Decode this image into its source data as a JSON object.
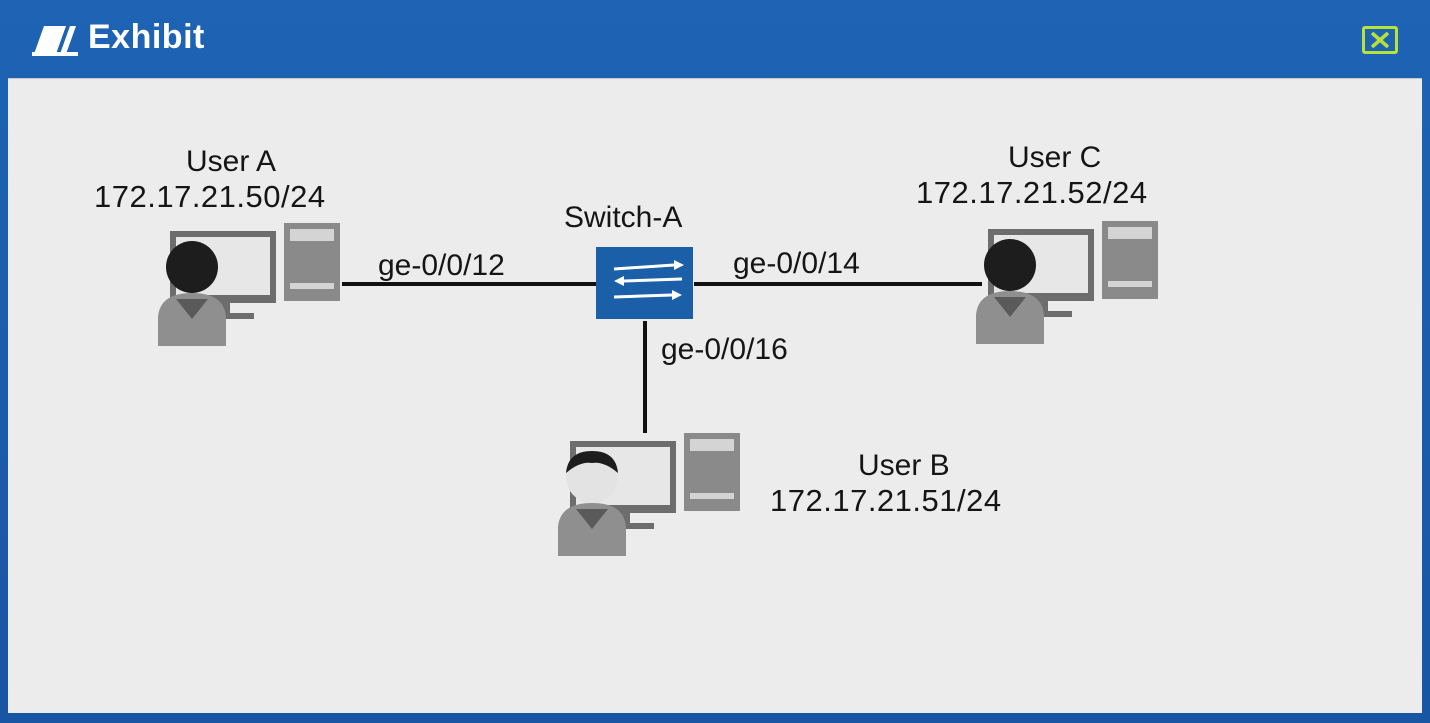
{
  "window": {
    "title": "Exhibit",
    "accent_color": "#1c5fae",
    "close_icon_color": "#b6e23a"
  },
  "diagram": {
    "switch": {
      "name": "Switch-A",
      "icon": "switch-icon",
      "color": "#1a5fa8"
    },
    "users": [
      {
        "name": "User A",
        "ip": "172.17.21.50/24",
        "port": "ge-0/0/12",
        "icon": "workstation-icon"
      },
      {
        "name": "User C",
        "ip": "172.17.21.52/24",
        "port": "ge-0/0/14",
        "icon": "workstation-icon"
      },
      {
        "name": "User B",
        "ip": "172.17.21.51/24",
        "port": "ge-0/0/16",
        "icon": "workstation-icon"
      }
    ]
  }
}
